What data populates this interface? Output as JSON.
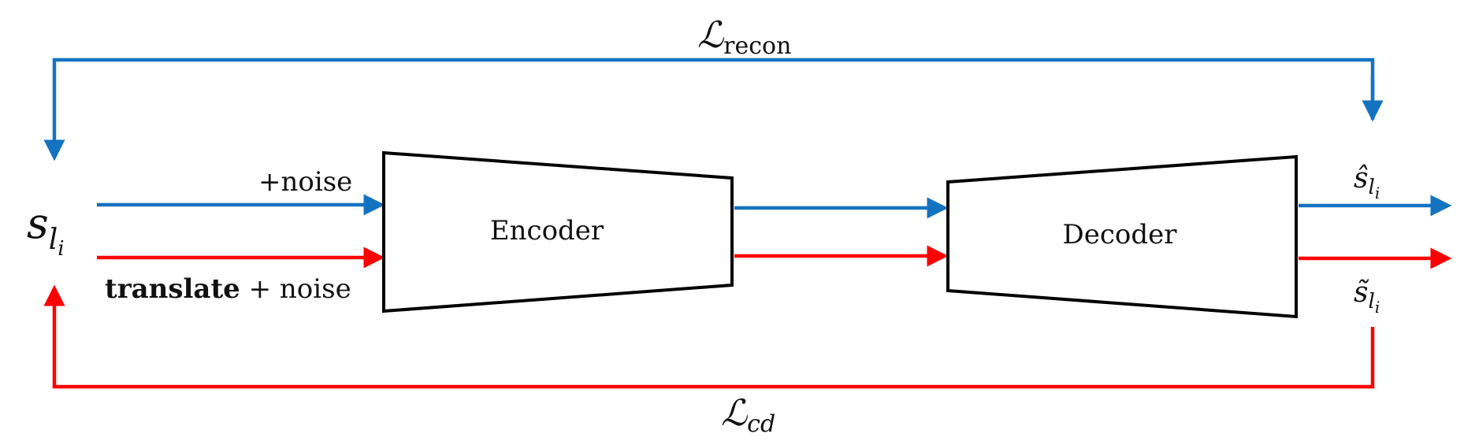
{
  "colors": {
    "reconstruction": "#1473c0",
    "cross_domain": "#ff0000",
    "box_stroke": "#000000",
    "background": "#ffffff"
  },
  "loss_recon": {
    "symbol": "ℒ",
    "subscript": "recon"
  },
  "loss_cd": {
    "symbol": "ℒ",
    "subscript": "cd"
  },
  "input": {
    "symbol": "s",
    "subscript": "l",
    "subsubscript": "i"
  },
  "noise_label": "+noise",
  "translate_label": {
    "bold": "translate",
    "rest": " + noise"
  },
  "encoder_label": "Encoder",
  "decoder_label": "Decoder",
  "output_recon": {
    "symbol": "ŝ",
    "subscript": "l",
    "subsubscript": "i"
  },
  "output_cd": {
    "symbol": "s̃",
    "subscript": "l",
    "subsubscript": "i"
  }
}
